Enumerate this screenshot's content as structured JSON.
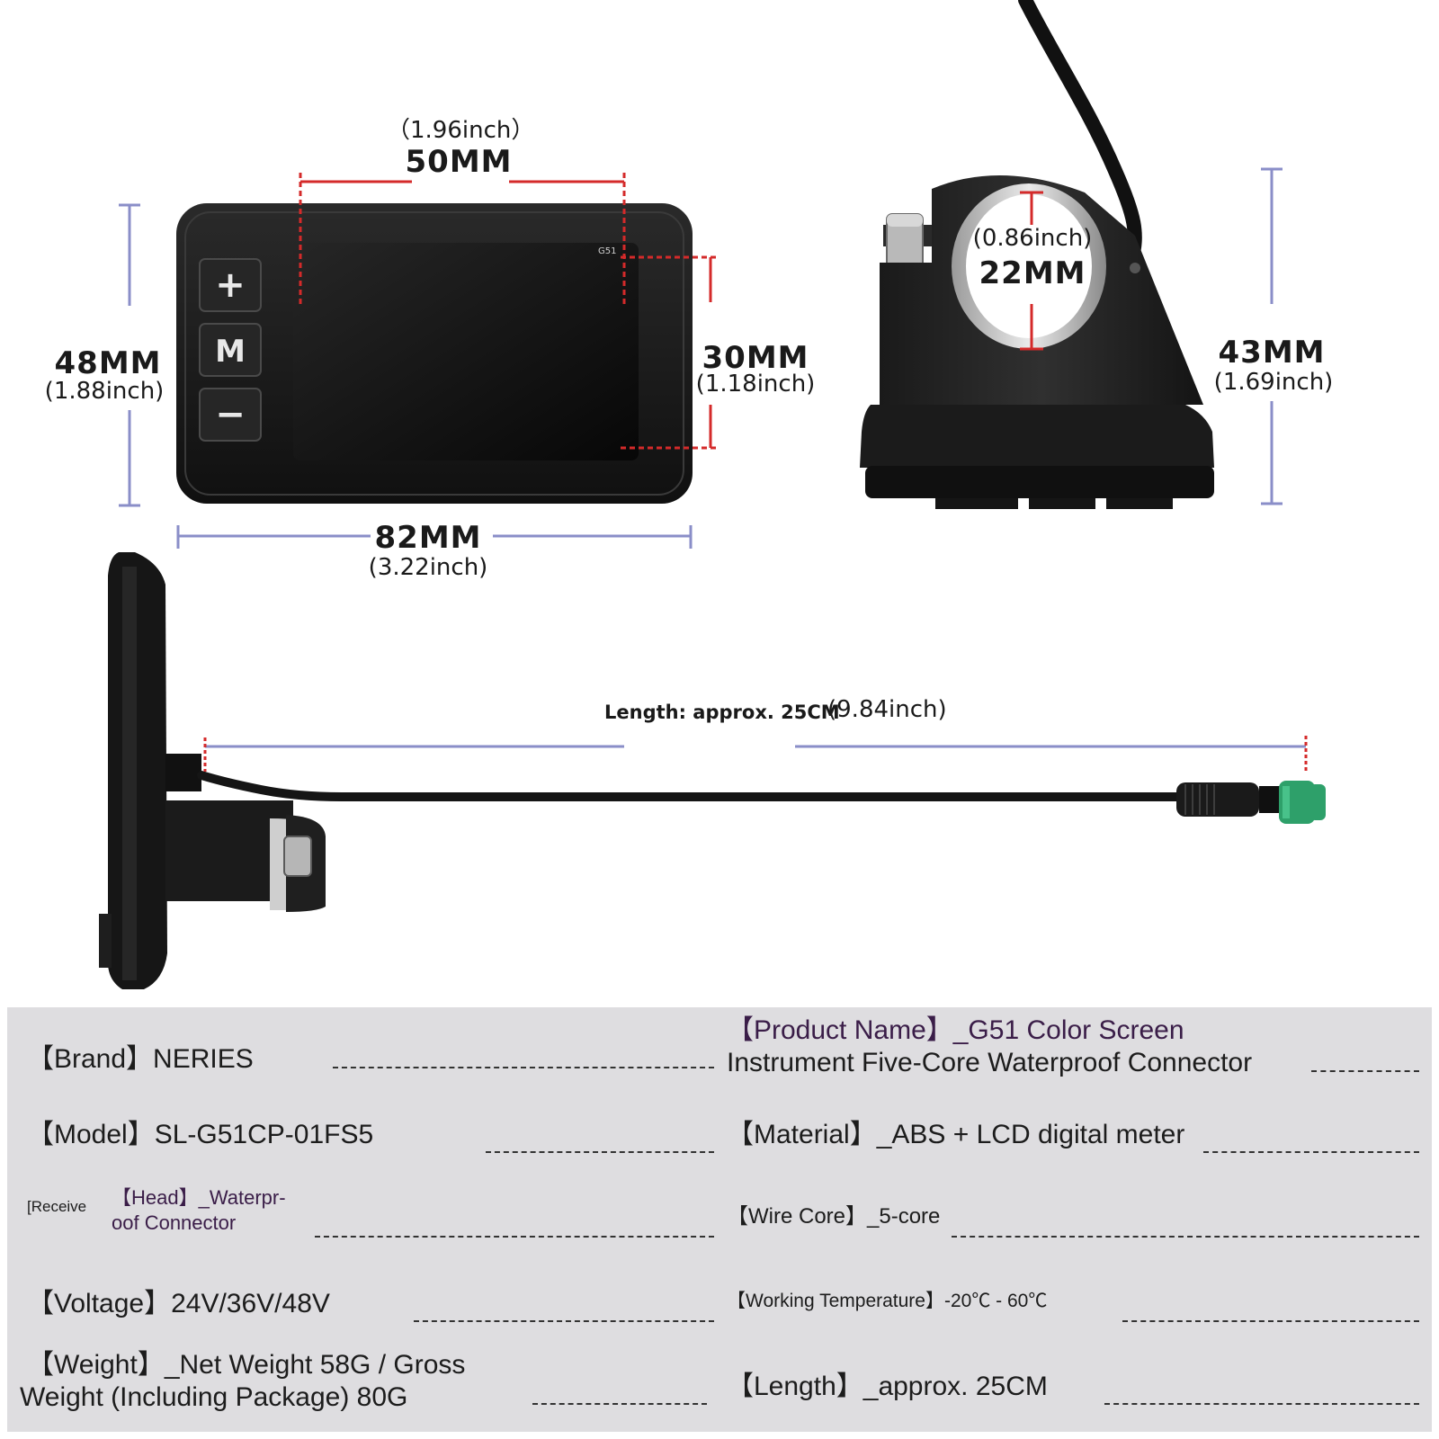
{
  "dimensions": {
    "screen_width_in": "（1.96inch）",
    "screen_width_mm": "50MM",
    "height_mm": "48MM",
    "height_in": "(1.88inch)",
    "screen_height_mm": "30MM",
    "screen_height_in": "(1.18inch)",
    "width_mm": "82MM",
    "width_in": "(3.22inch)",
    "clamp_in": "(0.86inch)",
    "clamp_mm": "22MM",
    "mount_height_mm": "43MM",
    "mount_height_in": "(1.69inch)",
    "cable_length": "Length: approx. 25CM",
    "cable_length_in": "(9.84inch)"
  },
  "device": {
    "model_mark": "G51",
    "buttons": [
      "+",
      "M",
      "−"
    ]
  },
  "specs": {
    "brand": "【Brand】NERIES",
    "product_name_line1": "【Product Name】_G51 Color Screen",
    "product_name_line2": "Instrument Five-Core Waterproof Connector",
    "model": "【Model】SL-G51CP-01FS5",
    "material": "【Material】_ABS + LCD digital meter",
    "receive": "[Receive",
    "head_line1": "【Head】_Waterpr-",
    "head_line2": "oof Connector",
    "wire_core": "【Wire Core】_5-core",
    "voltage": "【Voltage】24V/36V/48V",
    "working_temp": "【Working Temperature】-20℃ - 60℃",
    "weight_line1": "【Weight】_Net Weight 58G / Gross",
    "weight_line2": "Weight (Including Package) 80G",
    "length": "【Length】_approx. 25CM"
  },
  "colors": {
    "dimension_red": "#d42a2a",
    "dimension_blue": "#8a8ec8",
    "device_black": "#141414",
    "connector_green": "#2ea06a",
    "panel_gray": "#dedde0"
  }
}
